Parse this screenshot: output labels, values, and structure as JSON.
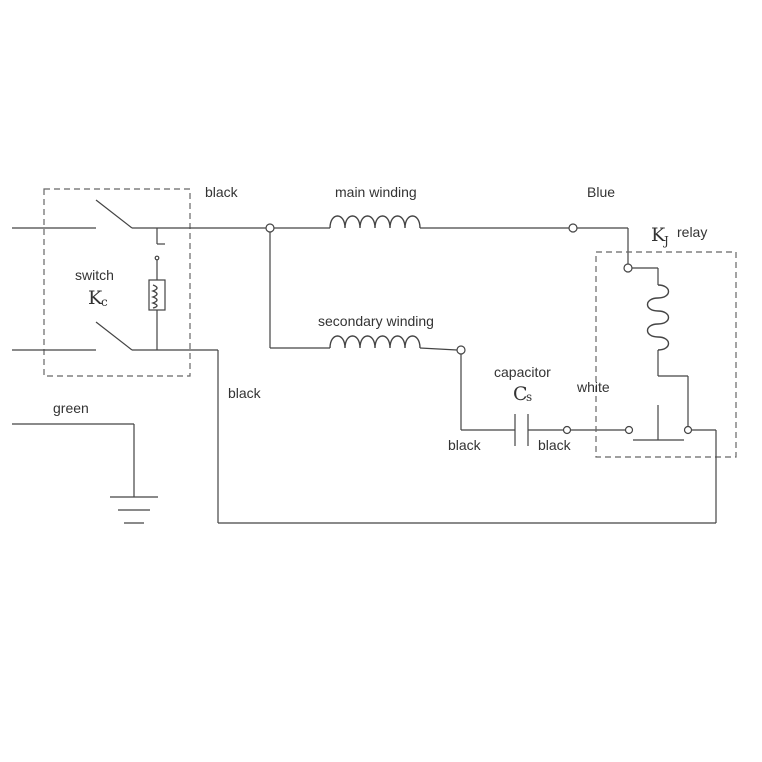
{
  "labels": {
    "black_top": "black",
    "main_winding": "main winding",
    "blue": "Blue",
    "relay_letter": "K",
    "relay_sub": "J",
    "relay_word": "relay",
    "switch_word": "switch",
    "switch_letter": "K",
    "switch_sub": "c",
    "secondary_winding": "secondary winding",
    "capacitor_word": "capacitor",
    "capacitor_letter": "C",
    "capacitor_sub": "s",
    "white": "white",
    "black_left": "black",
    "green": "green",
    "black_cap_left": "black",
    "black_cap_right": "black"
  }
}
